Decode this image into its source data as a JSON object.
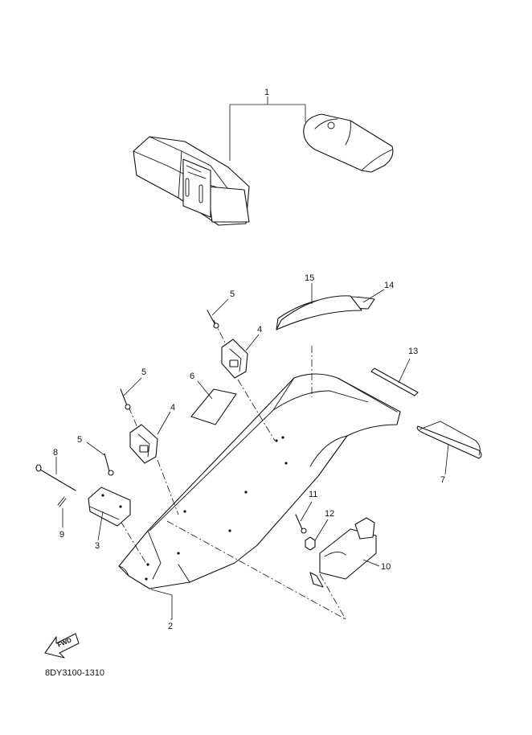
{
  "callouts": {
    "c1": "1",
    "c2": "2",
    "c3": "3",
    "c4a": "4",
    "c4b": "4",
    "c5a": "5",
    "c5b": "5",
    "c5c": "5",
    "c6": "6",
    "c7": "7",
    "c8": "8",
    "c9": "9",
    "c10": "10",
    "c11": "11",
    "c12": "12",
    "c13": "13",
    "c14": "14",
    "c15": "15"
  },
  "fwd_label": "FWD",
  "diagram_code": "8DY3100-1310"
}
